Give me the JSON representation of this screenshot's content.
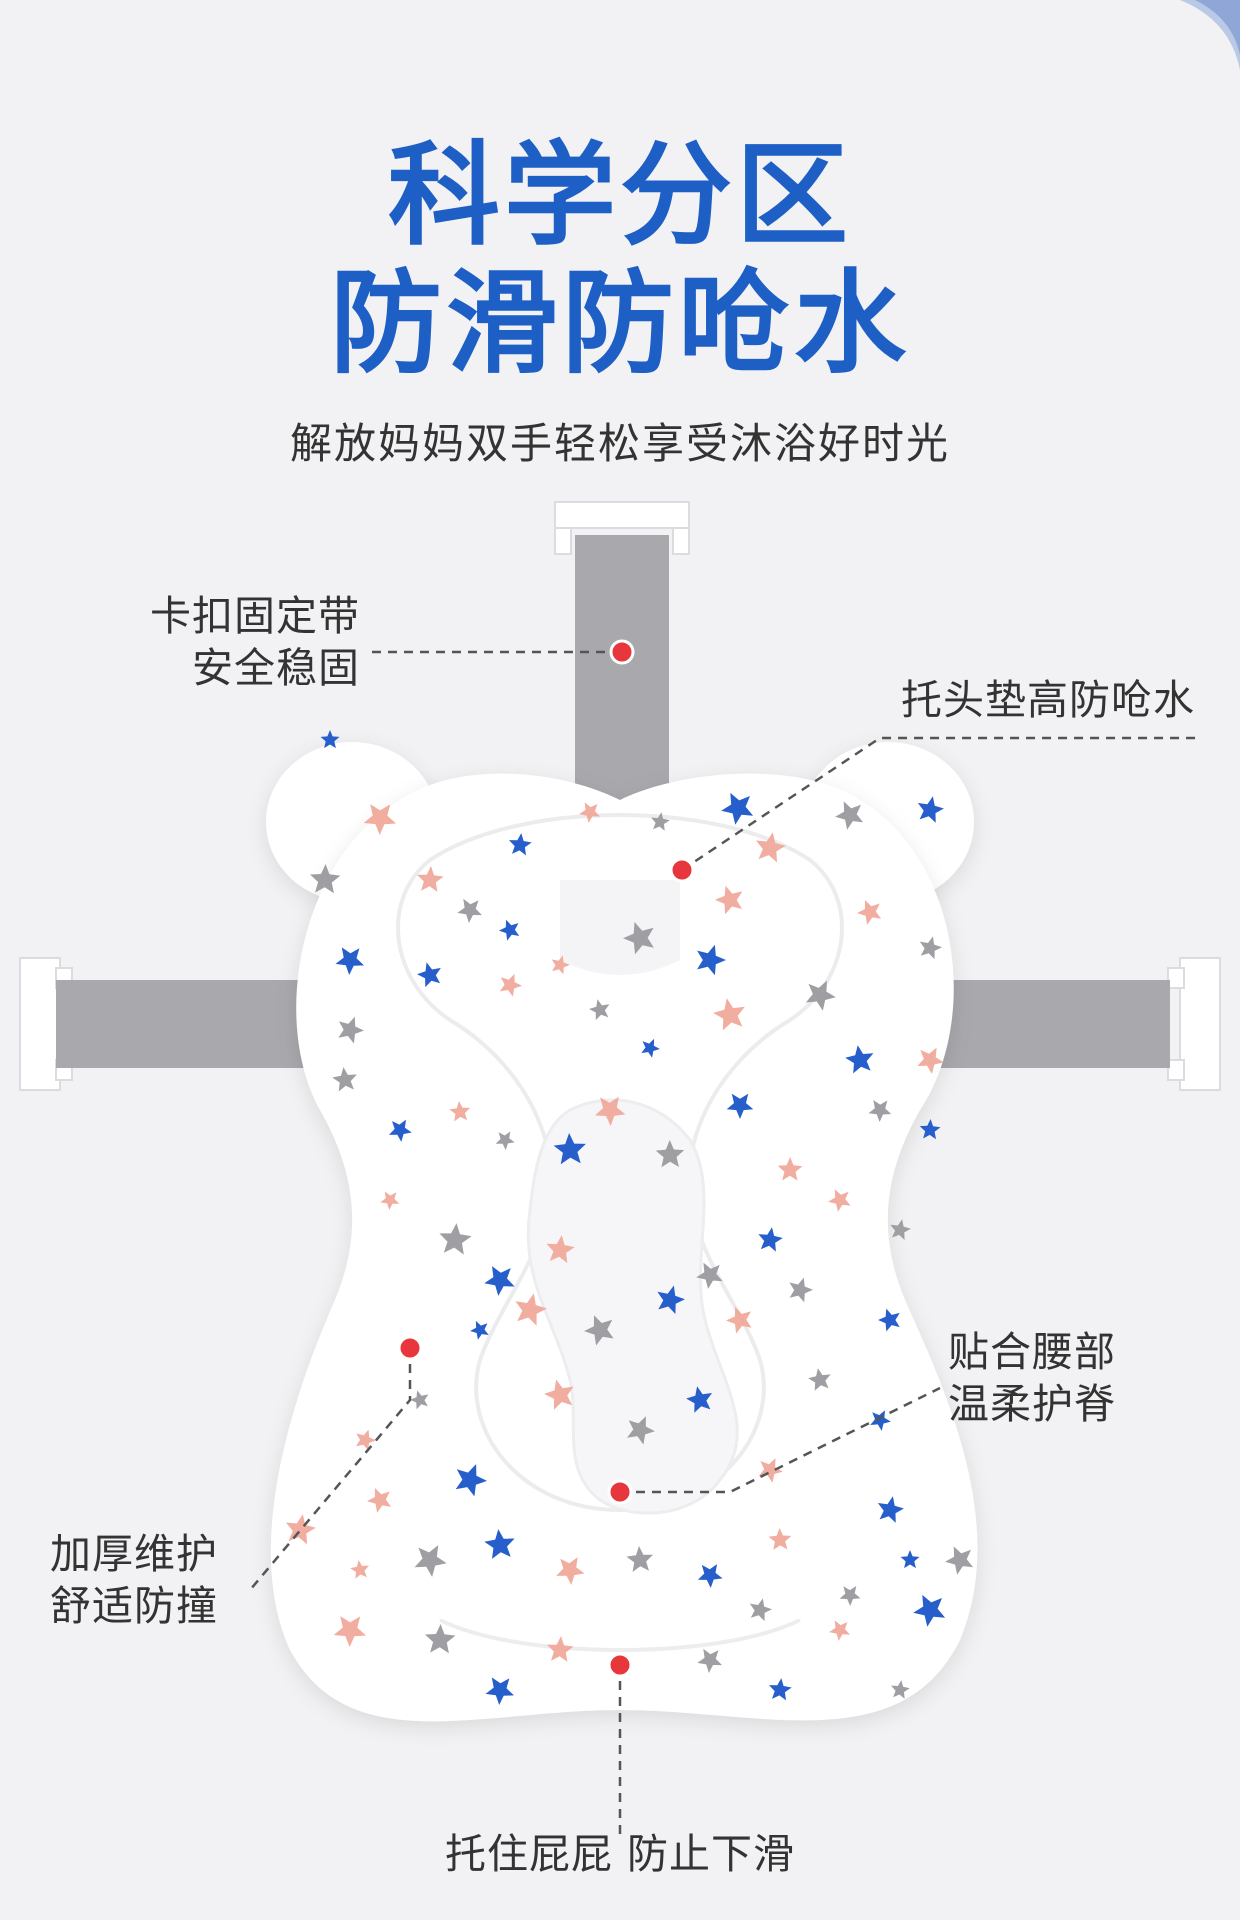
{
  "title": {
    "line1": "科学分区",
    "line2": "防滑防呛水"
  },
  "subtitle": "解放妈妈双手轻松享受沐浴好时光",
  "callouts": {
    "buckle": {
      "line1": "卡扣固定带",
      "line2": "安全稳固"
    },
    "head": {
      "line1": "托头垫高防呛水"
    },
    "waist": {
      "line1": "贴合腰部",
      "line2": "温柔护脊"
    },
    "edge": {
      "line1": "加厚维护",
      "line2": "舒适防撞"
    },
    "bottom": {
      "line1": "托住屁屁 防止下滑"
    }
  },
  "colors": {
    "title_blue": "#1e5fc6",
    "strap_gray": "#a9a9ad",
    "pad_white": "#ffffff",
    "marker_red": "#e8373c",
    "star_blue": "#1a55c8",
    "star_pink": "#f0a99a",
    "star_gray": "#9a9a9e"
  },
  "icons": [
    "star-icon",
    "marker-dot-icon"
  ]
}
